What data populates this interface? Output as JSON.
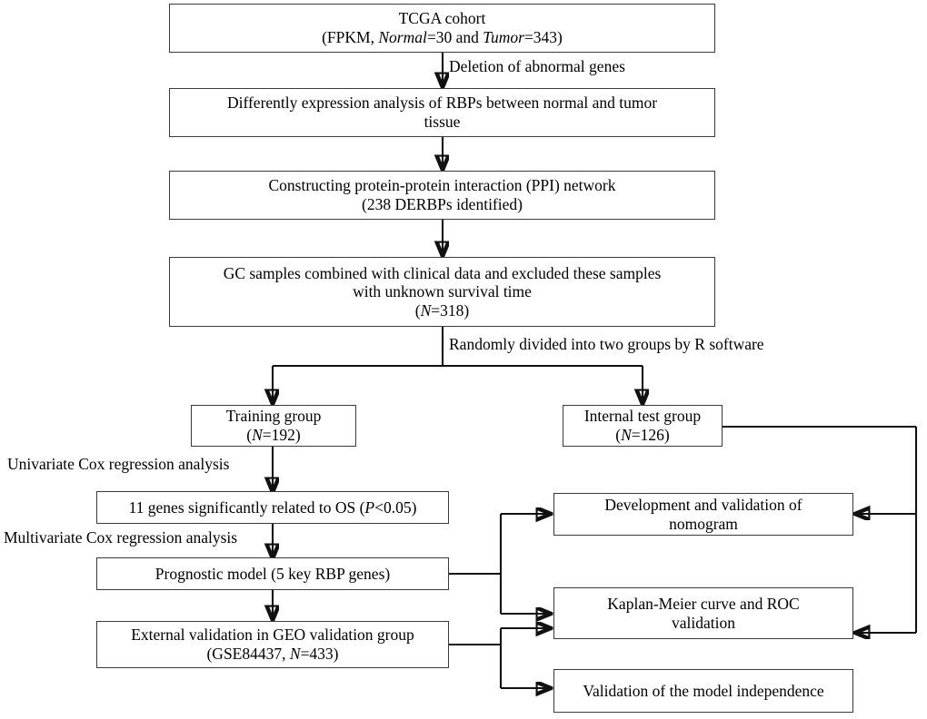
{
  "diagram": {
    "title": "Study workflow flowchart",
    "type": "flowchart",
    "accent_color": "#000000",
    "box_border_color": "#3a3a3a"
  },
  "nodes": {
    "tcga_cohort": {
      "line1": "TCGA cohort",
      "line2_pre": "(FPKM, ",
      "line2_em1": "Normal",
      "line2_mid": "=30 and ",
      "line2_em2": "Tumor",
      "line2_post": "=343)"
    },
    "deg_analysis": {
      "line1": "Differently expression analysis of RBPs between normal and tumor",
      "line2": "tissue"
    },
    "ppi_network": {
      "line1": "Constructing protein-protein interaction (PPI) network",
      "line2": "(238 DERBPs identified)"
    },
    "gc_samples": {
      "line1": "GC samples combined with clinical data and excluded these samples",
      "line2": "with  unknown survival time",
      "line3_pre": "(",
      "line3_em": "N",
      "line3_post": "=318)"
    },
    "training_group": {
      "line1": "Training group",
      "line2_pre": "(",
      "line2_em": "N",
      "line2_post": "=192)"
    },
    "internal_test_group": {
      "line1": "Internal test group",
      "line2_pre": "(",
      "line2_em": "N",
      "line2_post": "=126)"
    },
    "genes_os": {
      "pre": "11 genes significantly related to OS (",
      "em": "P",
      "post": "<0.05)"
    },
    "prognostic_model": {
      "line1": "Prognostic model (5 key RBP genes)"
    },
    "external_validation": {
      "line1": "External validation in GEO validation group",
      "line2_pre": "(GSE84437, ",
      "line2_em": "N",
      "line2_post": "=433)"
    },
    "nomogram": {
      "line1": "Development and validation of",
      "line2": "nomogram"
    },
    "km_roc": {
      "line1": "Kaplan-Meier curve and ROC",
      "line2": "validation"
    },
    "model_independence": {
      "line1": "Validation of the model independence"
    }
  },
  "edge_labels": {
    "deletion_abnormal_genes": "Deletion of abnormal genes",
    "randomly_divided": "Randomly  divided into two groups by R software",
    "univariate_cox": "Univariate Cox regression analysis",
    "multivariate_cox": "Multivariate Cox regression analysis"
  }
}
